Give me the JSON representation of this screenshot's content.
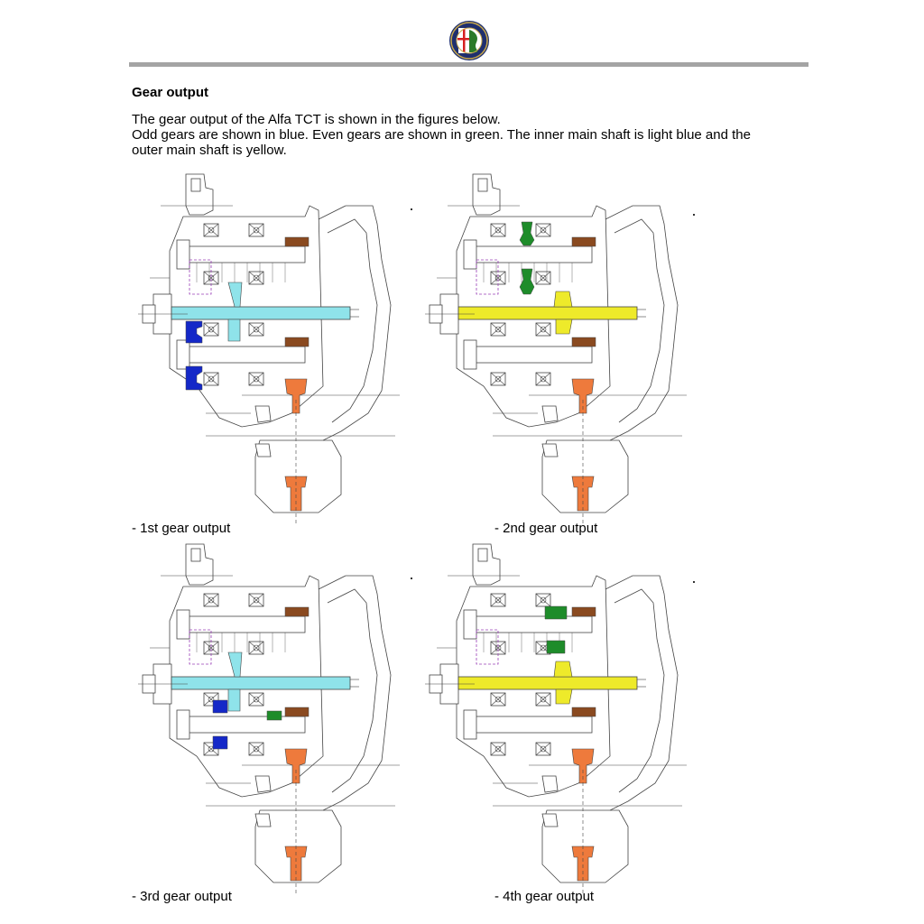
{
  "section": {
    "heading": "Gear output",
    "paragraph_lines": [
      "The gear output of the Alfa TCT is shown in the figures below.",
      "Odd gears are shown in blue. Even gears are shown in green. The inner main shaft is light blue and the",
      "outer main shaft is yellow."
    ]
  },
  "colors": {
    "odd_gear": "#1428c8",
    "even_gear": "#1e8c2a",
    "inner_shaft": "#8fe3ea",
    "outer_shaft": "#eeea2a",
    "output": "#ee7a3c",
    "brown": "#8a4a20",
    "line": "#444444",
    "rule": "#a4a4a4"
  },
  "figures": [
    {
      "caption": "- 1st gear output",
      "shaft": "inner",
      "gear": "odd-lower"
    },
    {
      "caption": "- 2nd gear output",
      "shaft": "outer",
      "gear": "even-upper"
    },
    {
      "caption": "- 3rd gear output",
      "shaft": "inner",
      "gear": "odd-lower-right"
    },
    {
      "caption": "- 4th gear output",
      "shaft": "outer",
      "gear": "even-upper-right"
    }
  ]
}
